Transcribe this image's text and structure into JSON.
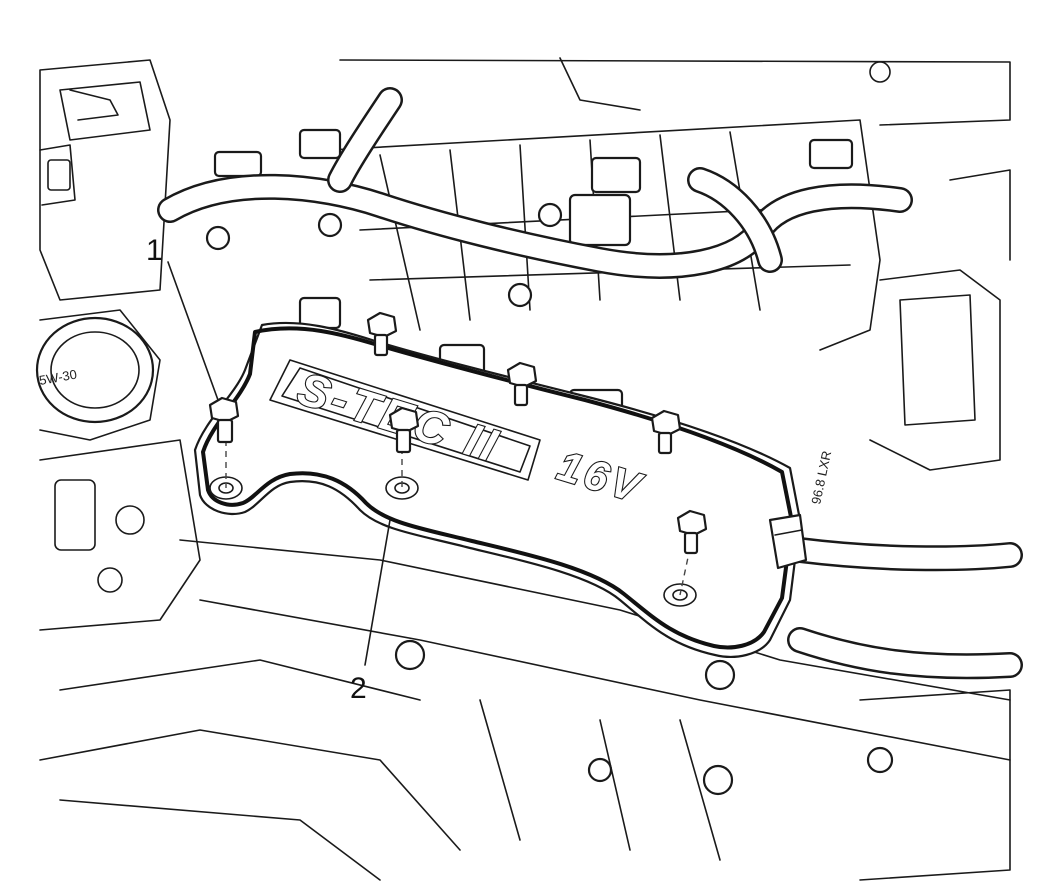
{
  "callouts": [
    {
      "id": "1",
      "label": "1"
    },
    {
      "id": "2",
      "label": "2"
    }
  ],
  "cover_logo": {
    "main": "S-TEC II",
    "sub": "16V"
  },
  "oil_cap_marking": "5W-30",
  "side_marking": "96.8 LXR"
}
